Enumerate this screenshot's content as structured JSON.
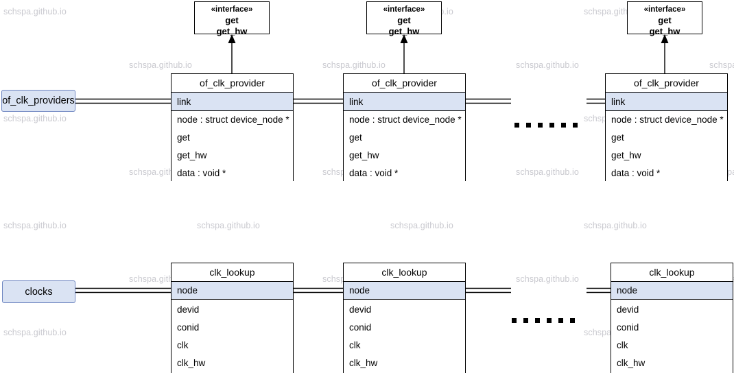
{
  "diagram": {
    "title": "of_clk_providers and clocks UML class diagram",
    "watermark_text": "schspa.github.io",
    "colors": {
      "highlight_row": "#dae3f3",
      "anchor_fill": "#dae3f3",
      "anchor_border": "#6c84c0",
      "line": "#000000",
      "watermark": "#c9c9cf",
      "background": "#ffffff"
    }
  },
  "interfaces": [
    {
      "stereotype": "«interface»",
      "operations": [
        "get",
        "get_hw"
      ]
    },
    {
      "stereotype": "«interface»",
      "operations": [
        "get",
        "get_hw"
      ]
    },
    {
      "stereotype": "«interface»",
      "operations": [
        "get",
        "get_hw"
      ]
    }
  ],
  "anchors": {
    "providers_list": "of_clk_providers",
    "clocks_list": "clocks"
  },
  "provider_classes": [
    {
      "name": "of_clk_provider",
      "link_member": "link",
      "members": [
        "node : struct device_node *",
        "get",
        "get_hw",
        "data : void *"
      ]
    },
    {
      "name": "of_clk_provider",
      "link_member": "link",
      "members": [
        "node : struct device_node *",
        "get",
        "get_hw",
        "data : void *"
      ]
    },
    {
      "name": "of_clk_provider",
      "link_member": "link",
      "members": [
        "node : struct device_node *",
        "get",
        "get_hw",
        "data : void *"
      ]
    }
  ],
  "lookup_classes": [
    {
      "name": "clk_lookup",
      "link_member": "node",
      "members": [
        "devid",
        "conid",
        "clk",
        "clk_hw"
      ]
    },
    {
      "name": "clk_lookup",
      "link_member": "node",
      "members": [
        "devid",
        "conid",
        "clk",
        "clk_hw"
      ]
    },
    {
      "name": "clk_lookup",
      "link_member": "node",
      "members": [
        "devid",
        "conid",
        "clk",
        "clk_hw"
      ]
    }
  ],
  "ellipses": {
    "dot_count": 6,
    "rows": [
      "provider-row",
      "lookup-row"
    ]
  }
}
